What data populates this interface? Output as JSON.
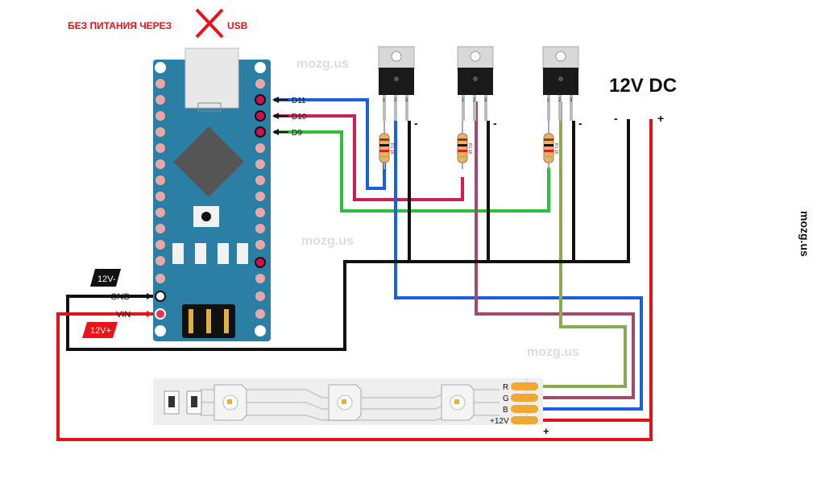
{
  "header": {
    "no_power_text": "БЕЗ ПИТАНИЯ ЧЕРЕЗ",
    "usb_text": "USB",
    "color_red": "#e8141c"
  },
  "power": {
    "title": "12V DC",
    "minus": "-",
    "plus": "+"
  },
  "arduino": {
    "pins": {
      "d11": "D11",
      "d10": "D10",
      "d9": "D9",
      "gnd": "GND",
      "vin": "VIN"
    },
    "tags": {
      "minus": "12V-",
      "plus": "12V+"
    },
    "board_color": "#2b7fa5"
  },
  "transistors": {
    "pin_numbers": [
      "1",
      "2",
      "3"
    ],
    "resistor_label": "R1 1K",
    "minus": "-"
  },
  "strip": {
    "pins": [
      "R",
      "G",
      "B",
      "+12V"
    ],
    "plus": "+"
  },
  "watermark": "mozg.us",
  "wire_colors": {
    "blue": "#1a5fdc",
    "red": "#cc2050",
    "green": "#2cc03a",
    "black": "#111111",
    "power_red": "#e01414",
    "maroon": "#a04a70",
    "olive": "#88aa50"
  }
}
